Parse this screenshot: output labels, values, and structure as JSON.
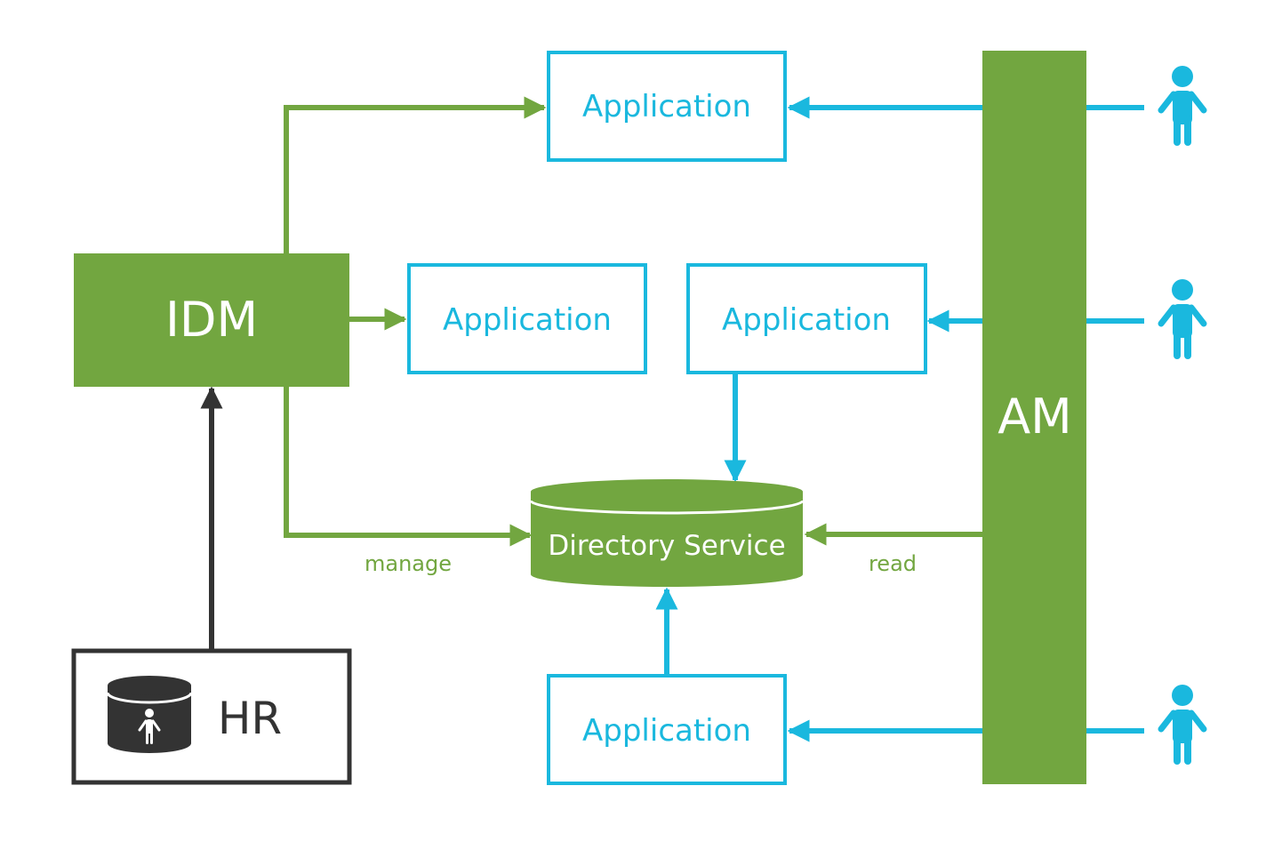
{
  "colors": {
    "green": "#72a640",
    "blue": "#1ab8de",
    "dark": "#333333",
    "white": "#ffffff"
  },
  "nodes": {
    "idm": {
      "label": "IDM"
    },
    "am": {
      "label": "AM"
    },
    "hr": {
      "label": "HR"
    },
    "directory": {
      "label": "Directory Service"
    },
    "app_top": {
      "label": "Application"
    },
    "app_mid_left": {
      "label": "Application"
    },
    "app_mid_right": {
      "label": "Application"
    },
    "app_bottom": {
      "label": "Application"
    }
  },
  "edges": {
    "manage": {
      "label": "manage"
    },
    "read": {
      "label": "read"
    }
  },
  "icons": {
    "user": "person-icon",
    "database": "database-icon"
  }
}
